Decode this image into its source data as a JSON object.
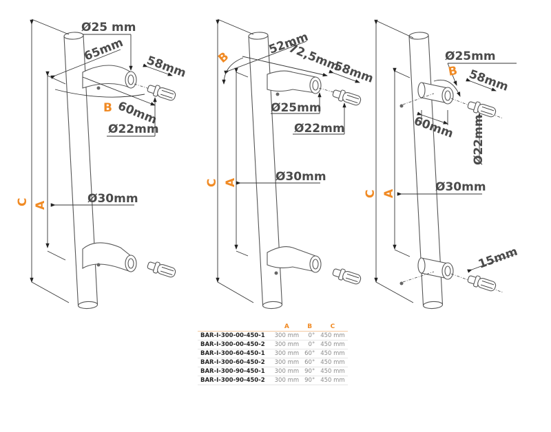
{
  "title": "BAR-I door pull handle technical drawing",
  "variants": [
    {
      "id": "0deg",
      "labels": {
        "c": "C",
        "a": "A",
        "b": "B"
      },
      "dims": {
        "top_diameter": "Ø25 mm",
        "arm_length": "65mm",
        "offset": "60mm",
        "bolt_length": "58mm",
        "bolt_diameter": "Ø22mm",
        "bar_diameter": "Ø30mm"
      }
    },
    {
      "id": "60deg",
      "labels": {
        "c": "C",
        "a": "A",
        "b": "B"
      },
      "dims": {
        "arm_a": "52mm",
        "arm_b": "72,5mm",
        "bolt_length": "58mm",
        "fitting_diameter": "Ø25mm",
        "bolt_diameter": "Ø22mm",
        "bar_diameter": "Ø30mm"
      }
    },
    {
      "id": "90deg",
      "labels": {
        "c": "C",
        "a": "A",
        "b": "B"
      },
      "dims": {
        "fitting_diameter": "Ø25mm",
        "bolt_length": "58mm",
        "offset": "60mm",
        "bolt_diameter": "Ø22mm",
        "bar_diameter": "Ø30mm",
        "thread": "15mm"
      }
    }
  ],
  "table": {
    "headers": [
      "",
      "A",
      "B",
      "C"
    ],
    "rows": [
      [
        "BAR-I-300-00-450-1",
        "300 mm",
        "0°",
        "450 mm"
      ],
      [
        "BAR-I-300-00-450-2",
        "300 mm",
        "0°",
        "450 mm"
      ],
      [
        "BAR-I-300-60-450-1",
        "300 mm",
        "60°",
        "450 mm"
      ],
      [
        "BAR-I-300-60-450-2",
        "300 mm",
        "60°",
        "450 mm"
      ],
      [
        "BAR-I-300-90-450-1",
        "300 mm",
        "90°",
        "450 mm"
      ],
      [
        "BAR-I-300-90-450-2",
        "300 mm",
        "90°",
        "450 mm"
      ]
    ]
  },
  "colors": {
    "accent": "#f08a24",
    "dimension_text": "#4a4a4a",
    "line": "#333333"
  }
}
